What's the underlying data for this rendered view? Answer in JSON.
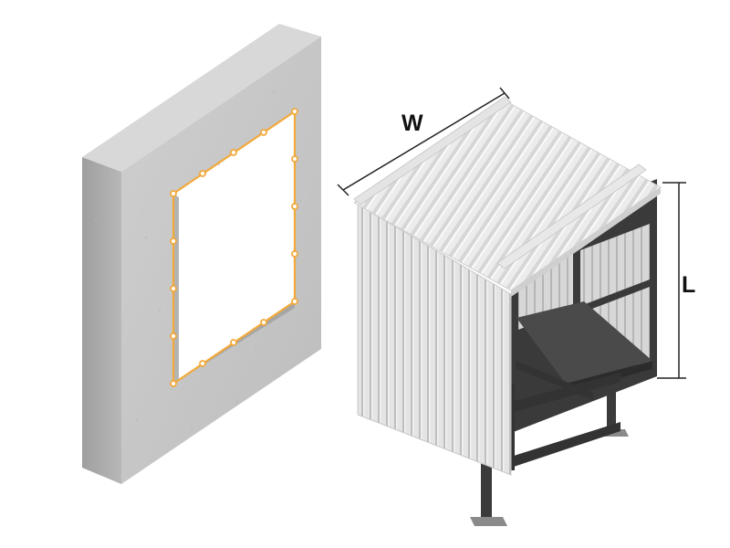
{
  "dimensions": {
    "width_label": "W",
    "length_label": "L"
  },
  "colors": {
    "concrete_front": "#c9c9c9",
    "concrete_side": "#a9a9a9",
    "concrete_top": "#dcdcdc",
    "frame_outline": "#f2a93b",
    "bolt": "#f6b34a",
    "roof": "#ededed",
    "cladding": "#f3f3f3",
    "steel": "#3b3b3b",
    "dimension_line": "#222222"
  },
  "icons": [
    "concrete-wall-opening",
    "cladded-canopy-module"
  ]
}
